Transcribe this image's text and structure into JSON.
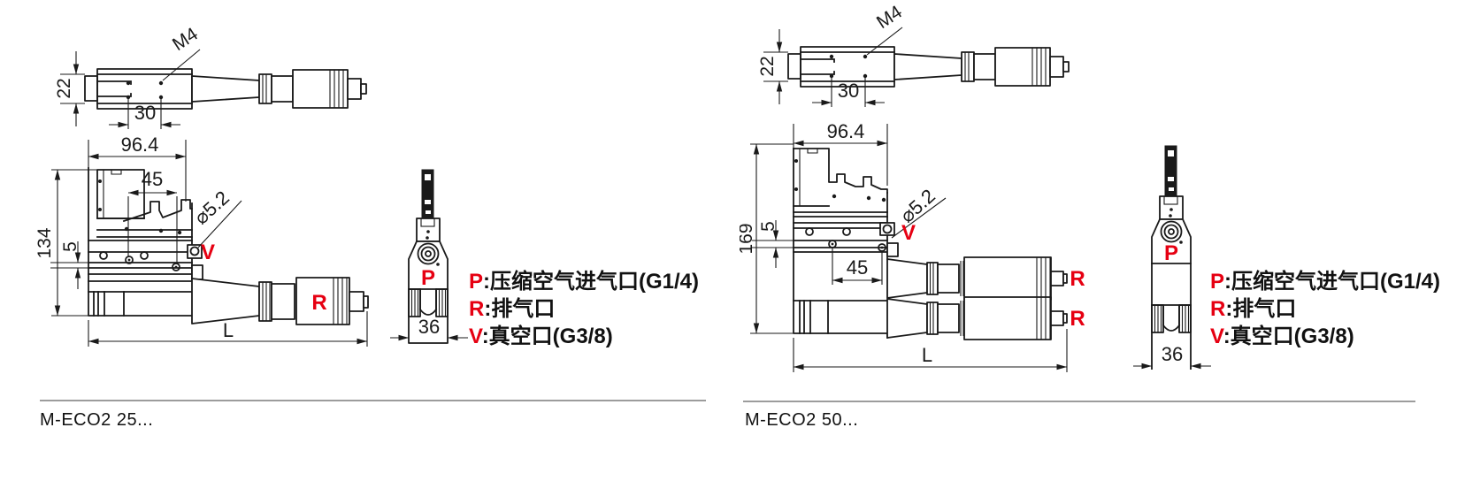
{
  "colors": {
    "line": "#1a1a1a",
    "accent_red": "#e60012",
    "divider_gray": "#9c9c9c",
    "text": "#111111"
  },
  "legend": {
    "items": [
      {
        "key": "P",
        "desc": ":压缩空气进气口(G1/4)"
      },
      {
        "key": "R",
        "desc": ":排气口"
      },
      {
        "key": "V",
        "desc": ":真空口(G3/8)"
      }
    ]
  },
  "panels": [
    {
      "caption": "M-ECO2 25...",
      "top_view": {
        "thread": "M4",
        "height": "22",
        "hole_spacing": "30"
      },
      "front_view": {
        "width": "96.4",
        "slot_spacing": "45",
        "overall_height": "134",
        "step": "5",
        "hole_diameter": "⌀5.2",
        "overall_length": "L"
      },
      "ports": {
        "p": "P",
        "r": "R",
        "v": "V"
      },
      "end_view": {
        "width": "36"
      }
    },
    {
      "caption": "M-ECO2 50...",
      "top_view": {
        "thread": "M4",
        "height": "22",
        "hole_spacing": "30"
      },
      "front_view": {
        "width": "96.4",
        "slot_spacing": "45",
        "overall_height": "169",
        "step": "5",
        "hole_diameter": "⌀5.2",
        "overall_length": "L"
      },
      "ports": {
        "p": "P",
        "r_upper": "R",
        "r_lower": "R",
        "v": "V"
      },
      "end_view": {
        "width": "36"
      }
    }
  ]
}
